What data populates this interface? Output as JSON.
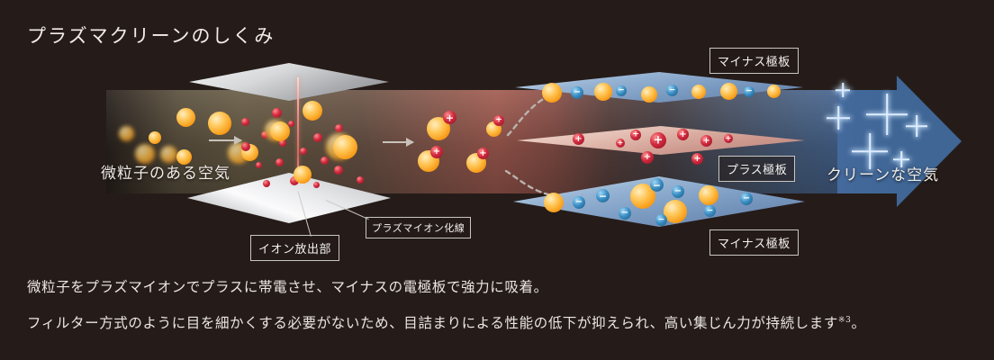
{
  "title": "プラズマクリーンのしくみ",
  "duct": {
    "inlet_label": "微粒子のある空気",
    "outlet_label": "クリーンな空気"
  },
  "labels": {
    "ion_emitter": "イオン放出部",
    "plasma_ion_wire": "プラズマイオン化線",
    "minus_plate_top": "マイナス極板",
    "plus_plate": "プラス極板",
    "minus_plate_bottom": "マイナス極板"
  },
  "ion_signs": {
    "positive": "+",
    "negative": "−"
  },
  "caption": {
    "line1": "微粒子をプラズマイオンでプラスに帯電させ、マイナスの電極板で強力に吸着。",
    "line2_main": "フィルター方式のように目を細かくする必要がないため、目詰まりによる性能の低下が抑えられ、高い集じん力が持続します",
    "line2_note": "※3",
    "line2_end": "。"
  },
  "colors": {
    "background": "#251c19",
    "particle_orange": "#f8a028",
    "ion_red": "#c8273b",
    "ion_blue": "#3a8ec4",
    "plate_blue": "#7d9cc2",
    "plate_pink": "#e3bdb1",
    "clean_air_blue": "#3f6695",
    "wire_pink": "#e98d84",
    "text": "#f0ebe6"
  }
}
